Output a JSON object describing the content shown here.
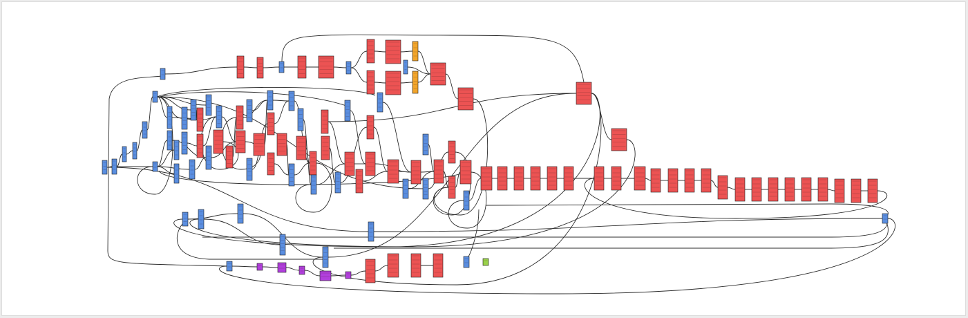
{
  "diagram": {
    "type": "graphviz-dataflow-graph",
    "colors": {
      "blue": "#5a8ee0",
      "red": "#ec5353",
      "orange": "#f2a52b",
      "purple": "#b13fdc",
      "green": "#9ad24a",
      "edge": "#2b2b2b",
      "node_border": "#1a1a1a"
    },
    "node_kinds": {
      "blue": "op-node",
      "red": "compute-node",
      "orange": "aux-node",
      "purple": "io-node",
      "green": "output-node"
    }
  }
}
